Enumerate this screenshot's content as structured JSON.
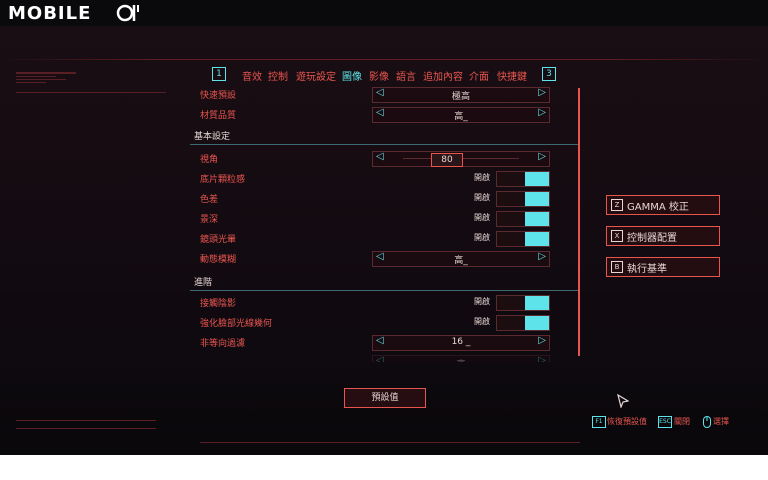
{
  "brand": {
    "logo_text": "MOBILE"
  },
  "nav": {
    "left_key": "1",
    "right_key": "3",
    "tabs": [
      {
        "label": "音效"
      },
      {
        "label": "控制"
      },
      {
        "label": "遊玩設定"
      },
      {
        "label": "圖像"
      },
      {
        "label": "影像"
      },
      {
        "label": "語言"
      },
      {
        "label": "追加內容"
      },
      {
        "label": "介面"
      },
      {
        "label": "快捷鍵"
      }
    ],
    "active_tab": "圖像"
  },
  "settings": {
    "quick_preset": {
      "label": "快速預設",
      "value": "極高"
    },
    "texture_quality": {
      "label": "材質品質",
      "value": "高_"
    },
    "basic_section": "基本設定",
    "fov": {
      "label": "視角",
      "value": "80"
    },
    "film_grain": {
      "label": "底片顆粒感",
      "state": "開啟"
    },
    "chromatic_aberration": {
      "label": "色差",
      "state": "開啟"
    },
    "depth_of_field": {
      "label": "景深",
      "state": "開啟"
    },
    "lens_flare": {
      "label": "鏡頭光暈",
      "state": "開啟"
    },
    "motion_blur": {
      "label": "動態模糊",
      "value": "高_"
    },
    "advanced_section": "進階",
    "contact_shadows": {
      "label": "接觸陰影",
      "state": "開啟"
    },
    "face_lighting": {
      "label": "強化臉部光線幾何",
      "state": "開啟"
    },
    "anisotropy": {
      "label": "非等向過濾",
      "value": "16 _"
    },
    "partial_row_value": "高"
  },
  "buttons": {
    "defaults": "預設值",
    "gamma": {
      "key": "Z",
      "label": "GAMMA 校正"
    },
    "controller": {
      "key": "X",
      "label": "控制器配置"
    },
    "benchmark": {
      "key": "B",
      "label": "執行基準"
    }
  },
  "hints": {
    "restore": {
      "key": "F1",
      "label": "恢復預設值"
    },
    "close": {
      "key": "ESC",
      "label": "關閉"
    },
    "select": {
      "label": "選擇"
    }
  },
  "colors": {
    "accent_red": "#e8554f",
    "accent_cyan": "#5de3e9",
    "text": "#e8d7d4"
  }
}
